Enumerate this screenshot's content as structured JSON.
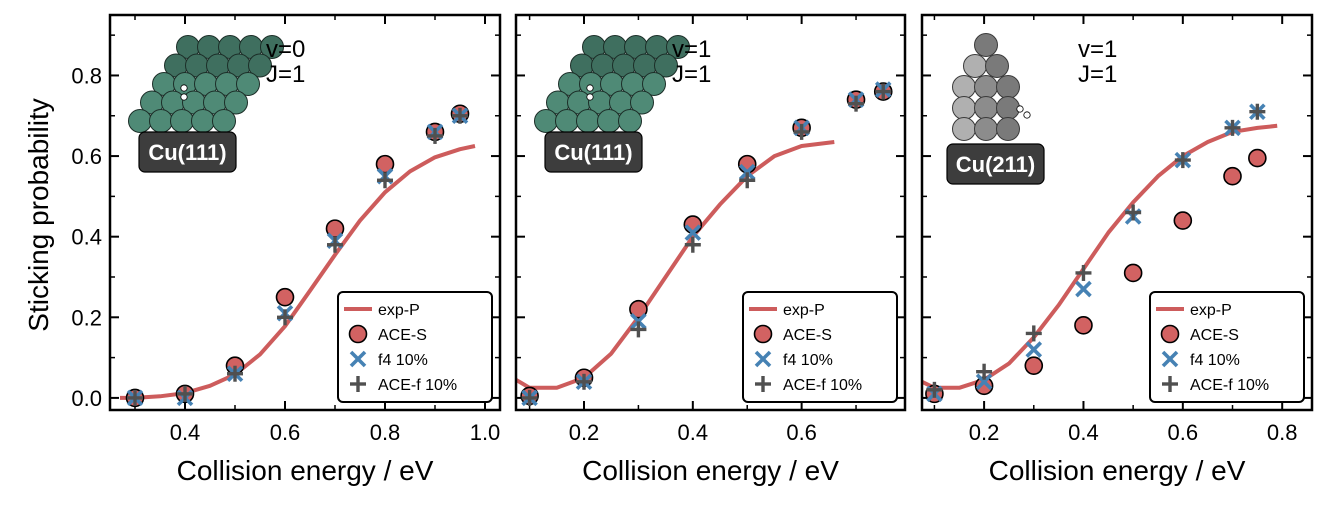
{
  "figure": {
    "ylabel": "Sticking probability",
    "legend_placement": "bottom-right"
  },
  "colors": {
    "exp": "#cd5c5c",
    "ace_s_fill": "#d26262",
    "f4": "#4682b4",
    "ace_f": "#505050",
    "cu111_atom": "#4f8a76",
    "cu211_atom": "#8c8c8c",
    "label_bg": "#3d3d3d"
  },
  "chart_data": [
    {
      "type": "scatter",
      "xlabel": "Collision energy / eV",
      "xlim": [
        0.25,
        1.03
      ],
      "ylim": [
        -0.03,
        0.95
      ],
      "xticks": [
        0.4,
        0.6,
        0.8,
        1.0
      ],
      "xtick_labels": [
        "0.4",
        "0.6",
        "0.8",
        "1.0"
      ],
      "yticks": [
        0.0,
        0.2,
        0.4,
        0.6,
        0.8
      ],
      "ytick_labels": [
        "0.0",
        "0.2",
        "0.4",
        "0.6",
        "0.8"
      ],
      "state": "v=0\nJ=1",
      "surface": "Cu(111)",
      "surface_kind": "111",
      "series": [
        {
          "name": "exp-P",
          "kind": "curve",
          "x": [
            0.27,
            0.3,
            0.35,
            0.4,
            0.45,
            0.5,
            0.55,
            0.6,
            0.65,
            0.7,
            0.75,
            0.8,
            0.85,
            0.9,
            0.95,
            0.98
          ],
          "y": [
            0.0,
            0.0,
            0.004,
            0.012,
            0.03,
            0.058,
            0.108,
            0.178,
            0.266,
            0.355,
            0.44,
            0.51,
            0.562,
            0.597,
            0.617,
            0.625
          ]
        },
        {
          "name": "ACE-S",
          "kind": "circle",
          "x": [
            0.3,
            0.4,
            0.5,
            0.6,
            0.7,
            0.8,
            0.9,
            0.95
          ],
          "y": [
            0.0,
            0.01,
            0.08,
            0.25,
            0.42,
            0.58,
            0.66,
            0.705
          ]
        },
        {
          "name": "f4 10%",
          "kind": "x",
          "x": [
            0.3,
            0.4,
            0.5,
            0.6,
            0.7,
            0.8,
            0.9,
            0.95
          ],
          "y": [
            0.0,
            0.0,
            0.06,
            0.21,
            0.39,
            0.55,
            0.66,
            0.7
          ]
        },
        {
          "name": "ACE-f 10%",
          "kind": "plus",
          "x": [
            0.3,
            0.4,
            0.5,
            0.6,
            0.7,
            0.8,
            0.9,
            0.95
          ],
          "y": [
            0.0,
            0.01,
            0.06,
            0.2,
            0.38,
            0.54,
            0.65,
            0.7
          ]
        }
      ]
    },
    {
      "type": "scatter",
      "xlabel": "Collision energy / eV",
      "xlim": [
        0.075,
        0.79
      ],
      "ylim": [
        -0.03,
        0.95
      ],
      "xticks": [
        0.2,
        0.4,
        0.6
      ],
      "xtick_labels": [
        "0.2",
        "0.4",
        "0.6"
      ],
      "yticks": [
        0.0,
        0.2,
        0.4,
        0.6,
        0.8
      ],
      "state": "v=1\nJ=1",
      "surface": "Cu(111)",
      "surface_kind": "111",
      "series": [
        {
          "name": "exp-P",
          "kind": "curve",
          "x": [
            0.075,
            0.1,
            0.15,
            0.2,
            0.25,
            0.3,
            0.35,
            0.4,
            0.45,
            0.5,
            0.55,
            0.6,
            0.66
          ],
          "y": [
            0.045,
            0.025,
            0.025,
            0.05,
            0.11,
            0.2,
            0.3,
            0.4,
            0.48,
            0.55,
            0.6,
            0.625,
            0.635
          ]
        },
        {
          "name": "ACE-S",
          "kind": "circle",
          "x": [
            0.1,
            0.2,
            0.3,
            0.4,
            0.5,
            0.6,
            0.7,
            0.75
          ],
          "y": [
            0.005,
            0.05,
            0.22,
            0.43,
            0.58,
            0.67,
            0.74,
            0.76
          ]
        },
        {
          "name": "f4 10%",
          "kind": "x",
          "x": [
            0.1,
            0.2,
            0.3,
            0.4,
            0.5,
            0.6,
            0.7,
            0.75
          ],
          "y": [
            0.0,
            0.04,
            0.19,
            0.41,
            0.56,
            0.67,
            0.74,
            0.765
          ]
        },
        {
          "name": "ACE-f 10%",
          "kind": "plus",
          "x": [
            0.1,
            0.2,
            0.3,
            0.4,
            0.5,
            0.6,
            0.7,
            0.75
          ],
          "y": [
            0.0,
            0.04,
            0.17,
            0.38,
            0.54,
            0.66,
            0.73,
            0.76
          ]
        }
      ]
    },
    {
      "type": "scatter",
      "xlabel": "Collision energy / eV",
      "xlim": [
        0.075,
        0.86
      ],
      "ylim": [
        -0.03,
        0.95
      ],
      "xticks": [
        0.2,
        0.4,
        0.6,
        0.8
      ],
      "xtick_labels": [
        "0.2",
        "0.4",
        "0.6",
        "0.8"
      ],
      "yticks": [
        0.0,
        0.2,
        0.4,
        0.6,
        0.8
      ],
      "state": "v=1\nJ=1",
      "surface": "Cu(211)",
      "surface_kind": "211",
      "series": [
        {
          "name": "exp-P",
          "kind": "curve",
          "x": [
            0.075,
            0.1,
            0.15,
            0.2,
            0.25,
            0.3,
            0.35,
            0.4,
            0.45,
            0.5,
            0.55,
            0.6,
            0.65,
            0.7,
            0.75,
            0.79
          ],
          "y": [
            0.04,
            0.025,
            0.025,
            0.045,
            0.085,
            0.15,
            0.23,
            0.32,
            0.41,
            0.485,
            0.55,
            0.6,
            0.635,
            0.66,
            0.67,
            0.675
          ]
        },
        {
          "name": "ACE-S",
          "kind": "circle",
          "x": [
            0.1,
            0.2,
            0.3,
            0.4,
            0.5,
            0.6,
            0.7,
            0.75
          ],
          "y": [
            0.01,
            0.03,
            0.08,
            0.18,
            0.31,
            0.44,
            0.55,
            0.595
          ]
        },
        {
          "name": "f4 10%",
          "kind": "x",
          "x": [
            0.1,
            0.2,
            0.3,
            0.4,
            0.5,
            0.6,
            0.7,
            0.75
          ],
          "y": [
            0.01,
            0.04,
            0.12,
            0.27,
            0.45,
            0.59,
            0.67,
            0.71
          ]
        },
        {
          "name": "ACE-f 10%",
          "kind": "plus",
          "x": [
            0.1,
            0.2,
            0.3,
            0.4,
            0.5,
            0.6,
            0.7,
            0.75
          ],
          "y": [
            0.02,
            0.065,
            0.16,
            0.31,
            0.46,
            0.59,
            0.67,
            0.71
          ]
        }
      ]
    }
  ]
}
